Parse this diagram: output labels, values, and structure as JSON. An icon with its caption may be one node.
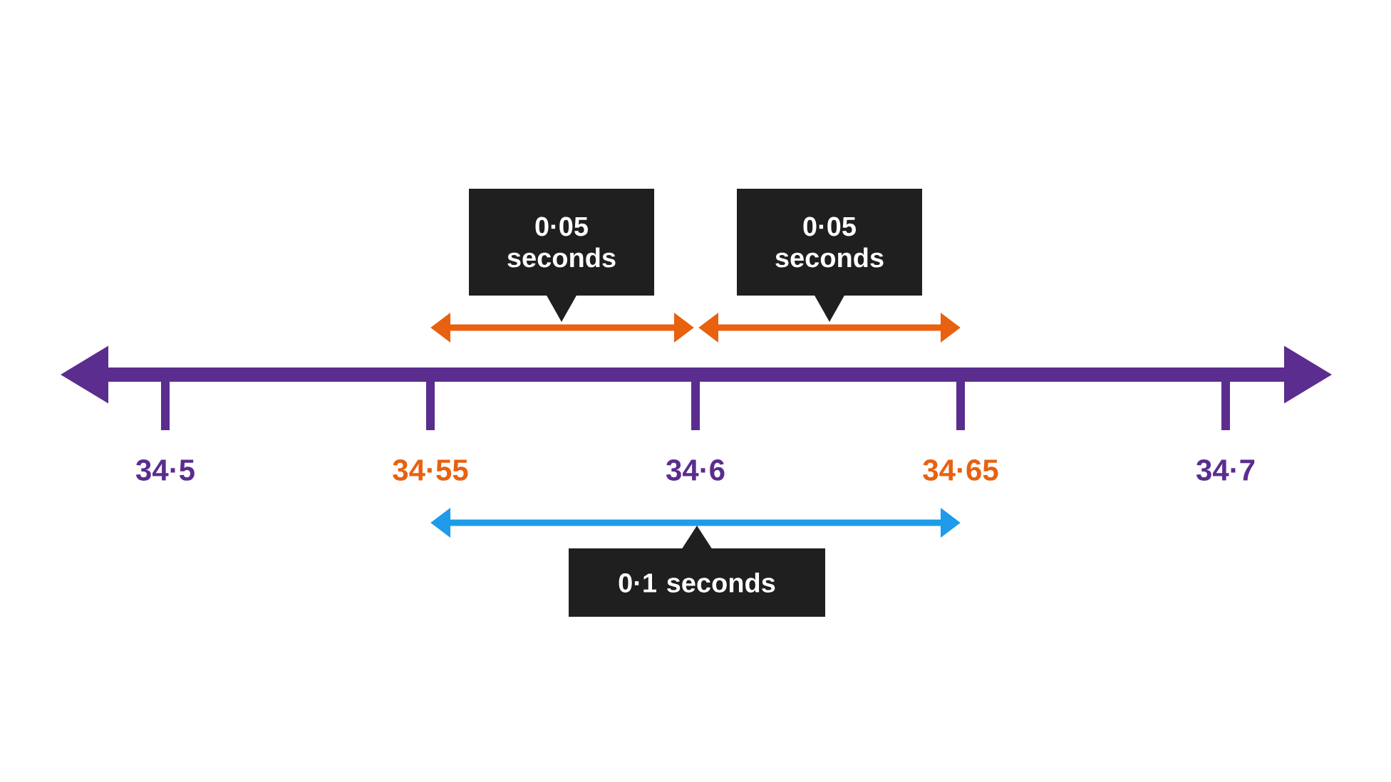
{
  "diagram": {
    "nodes": [
      {
        "text": [
          "0·05 seconds"
        ]
      },
      {
        "text": [
          "0·05 seconds"
        ]
      },
      {
        "text": [
          "0·1 seconds"
        ]
      }
    ],
    "labels": [
      "34·5",
      "34·55",
      "34·6",
      "34·65",
      "34·7"
    ]
  }
}
